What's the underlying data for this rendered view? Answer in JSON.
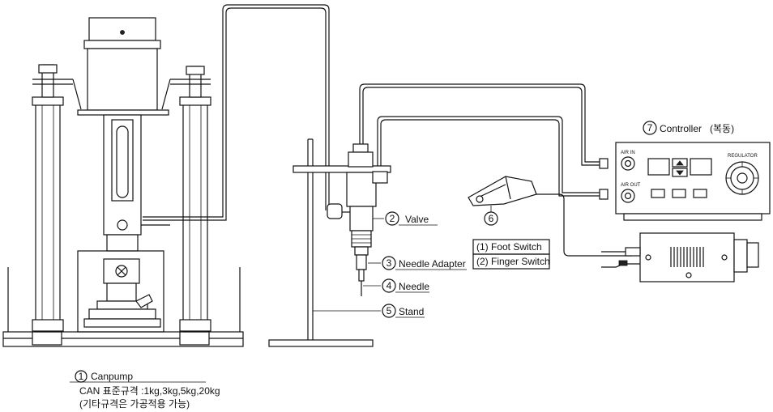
{
  "canpump": {
    "num": "1",
    "title": "Canpump",
    "line1": "CAN 표준규격 :1kg,3kg,5kg,20kg",
    "line2": "(기타규격은 가공적용 가능)"
  },
  "valve": {
    "num": "2",
    "label": "Valve"
  },
  "needle_adapter": {
    "num": "3",
    "label": "Needle Adapter"
  },
  "needle": {
    "num": "4",
    "label": "Needle"
  },
  "stand": {
    "num": "5",
    "label": "Stand"
  },
  "switch": {
    "num": "6",
    "opt1": "(1) Foot Switch",
    "opt2": "(2) Finger Switch"
  },
  "controller": {
    "num": "7",
    "title": "Controller",
    "subtitle": "(복동)",
    "air_in": "AIR IN",
    "air_out": "AIR OUT",
    "regulator": "REGULATOR"
  }
}
